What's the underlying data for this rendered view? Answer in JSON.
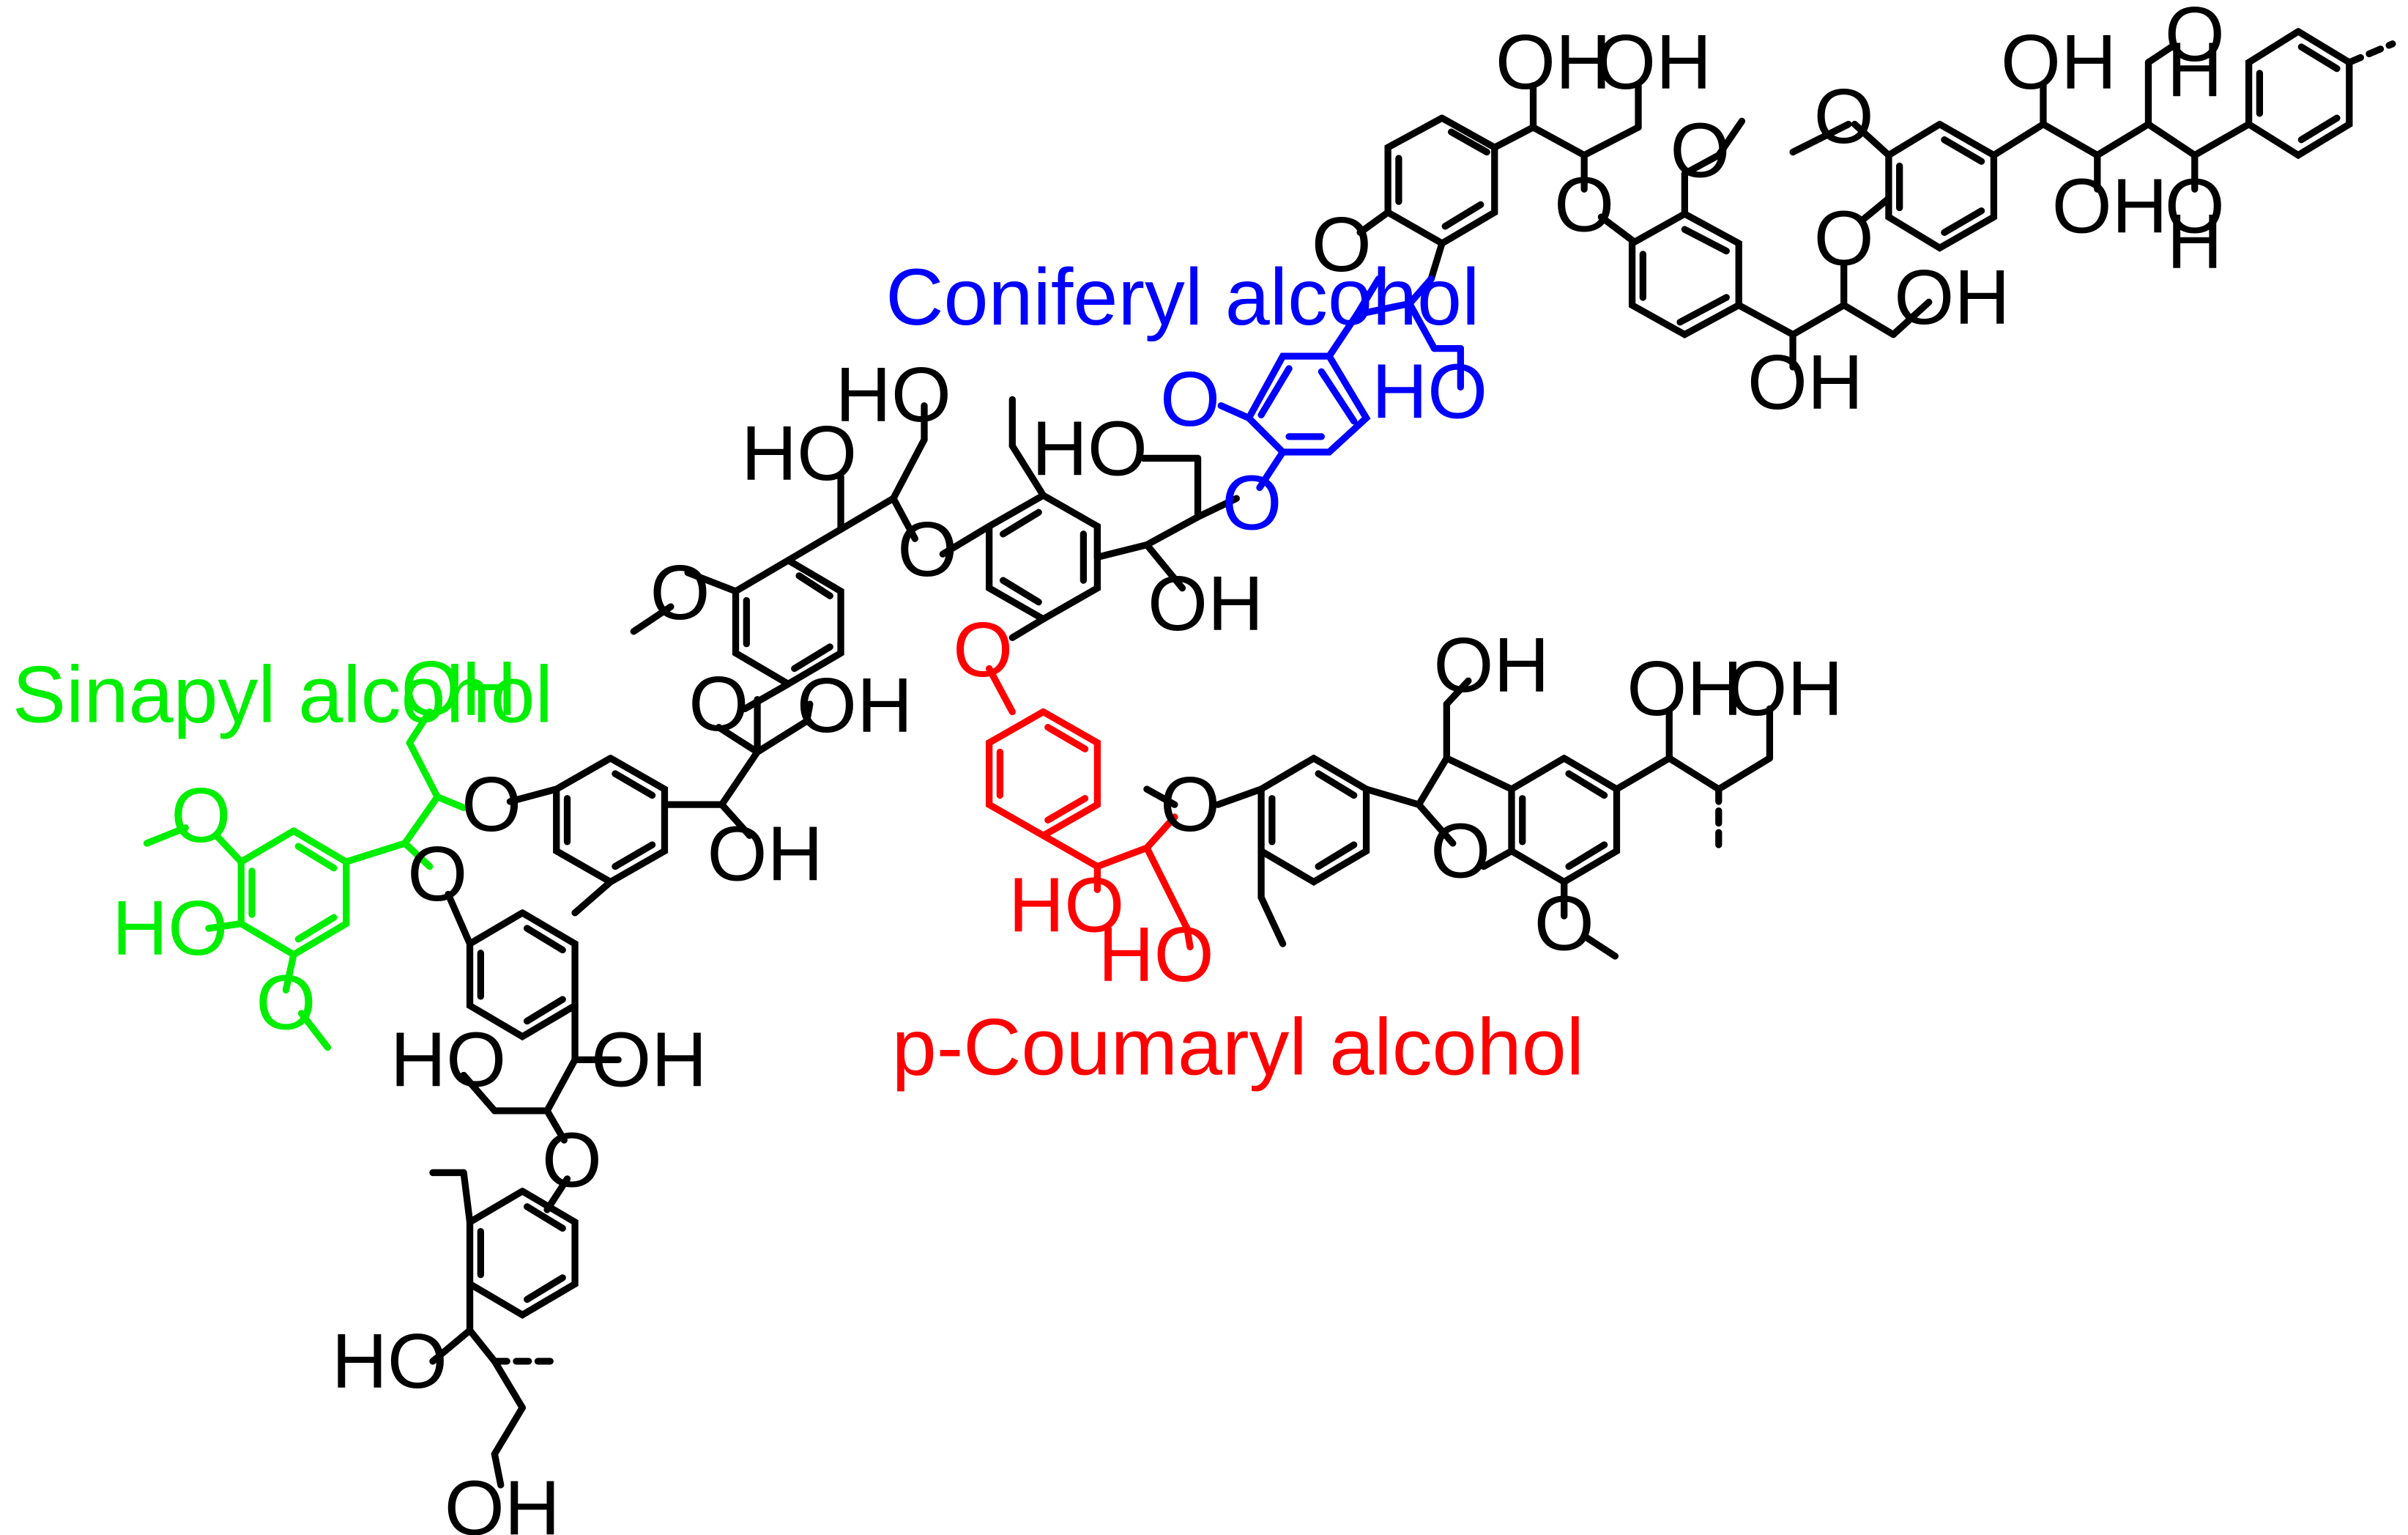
{
  "diagram": {
    "type": "chemical-structure",
    "colors": {
      "backbone": "#000000",
      "coniferyl": "#0000ff",
      "sinapyl": "#00ee00",
      "coumaryl": "#ff0000"
    }
  },
  "captions": {
    "coniferyl": "Coniferyl alcohol",
    "sinapyl": "Sinapyl alcohol",
    "coumaryl": "p-Coumaryl alcohol"
  },
  "atoms": {
    "oh": "OH",
    "ho": "HO",
    "o": "O",
    "h": "H"
  }
}
